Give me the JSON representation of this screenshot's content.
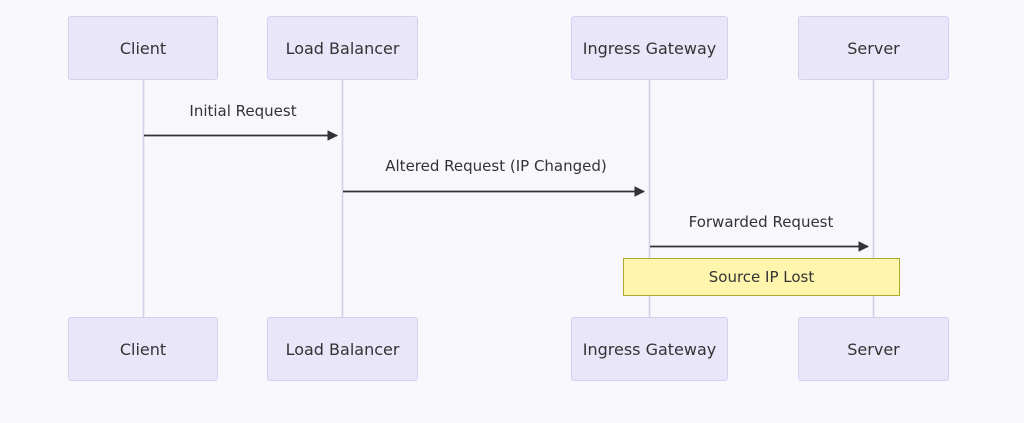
{
  "diagram": {
    "type": "sequence-diagram",
    "actors": [
      {
        "id": "client",
        "label": "Client"
      },
      {
        "id": "load-balancer",
        "label": "Load Balancer"
      },
      {
        "id": "ingress-gateway",
        "label": "Ingress Gateway"
      },
      {
        "id": "server",
        "label": "Server"
      }
    ],
    "messages": [
      {
        "from": "Client",
        "to": "Load Balancer",
        "label": "Initial Request",
        "style": "solid-arrow"
      },
      {
        "from": "Load Balancer",
        "to": "Ingress Gateway",
        "label": "Altered Request (IP Changed)",
        "style": "solid-arrow"
      },
      {
        "from": "Ingress Gateway",
        "to": "Server",
        "label": "Forwarded Request",
        "style": "solid-arrow"
      }
    ],
    "notes": [
      {
        "over": [
          "Ingress Gateway",
          "Server"
        ],
        "label": "Source IP Lost"
      }
    ],
    "colors": {
      "background": "#f8f8fc",
      "actor_fill": "#e9e6f9",
      "actor_border": "#d6d0ef",
      "lifeline": "#d4cee8",
      "arrow": "#333333",
      "note_fill": "#fff5ad",
      "note_border": "#aaaa33",
      "text": "#333333"
    }
  }
}
